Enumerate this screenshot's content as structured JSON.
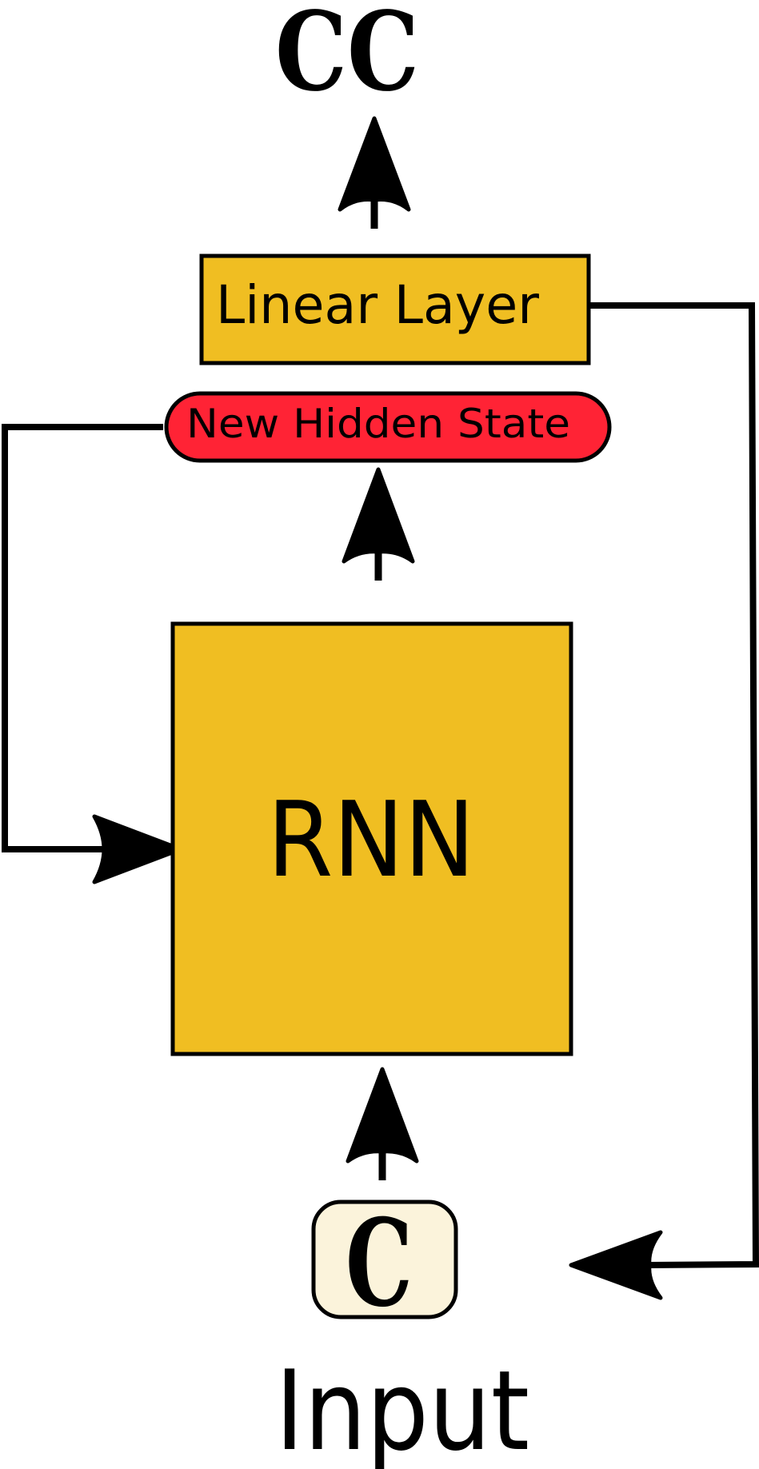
{
  "diagram": {
    "output_text": "CC",
    "linear_layer_label": "Linear Layer",
    "hidden_state_label": "New Hidden State",
    "rnn_label": "RNN",
    "input_char": "C",
    "input_label": "Input"
  },
  "colors": {
    "block_fill": "#F0BE22",
    "hidden_state_fill": "#FF2335",
    "input_fill": "#FBF3DB",
    "stroke": "#000000"
  }
}
